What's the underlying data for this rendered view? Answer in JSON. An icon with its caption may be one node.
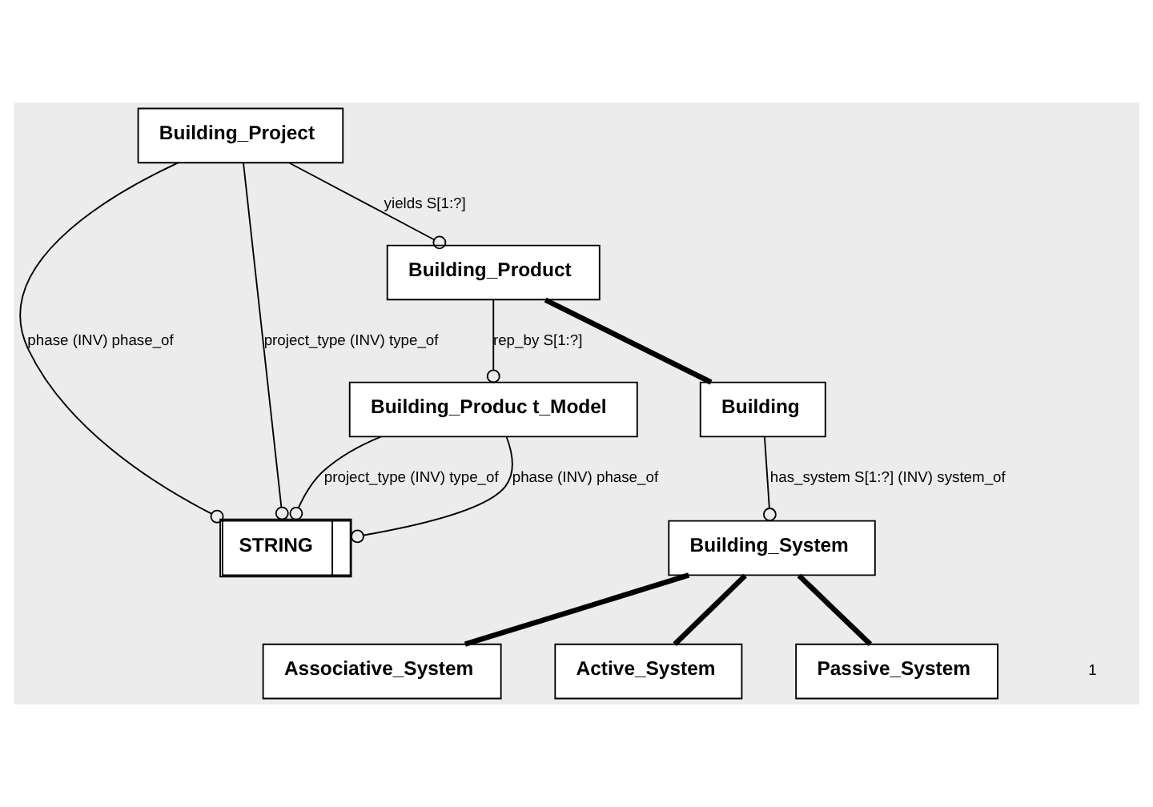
{
  "diagram": {
    "nodes": [
      {
        "text": [
          "STRING"
        ]
      },
      {
        "text": [
          "Building_Project"
        ]
      },
      {
        "text": [
          "Building_Produc t_Model"
        ]
      },
      {
        "text": [
          "Building_Product"
        ]
      },
      {
        "text": [
          "Building_System"
        ]
      },
      {
        "text": [
          "Building"
        ]
      },
      {
        "text": [
          "Associative_System"
        ]
      },
      {
        "text": [
          "Active_System"
        ]
      },
      {
        "text": [
          "Passive_System"
        ]
      }
    ],
    "edges": [
      {
        "from": 1,
        "to": 0,
        "arrow": "other",
        "label": "phase (INV) phase_of"
      },
      {
        "from": 1,
        "to": 0,
        "arrow": "other",
        "label": "project_type (INV) type_of"
      },
      {
        "from": 2,
        "to": 0,
        "arrow": "other",
        "label": "project_type (INV) type_of"
      },
      {
        "from": 2,
        "to": 0,
        "arrow": "other",
        "label": "phase (INV) phase_of"
      },
      {
        "from": 1,
        "to": 3,
        "arrow": "other",
        "label": "yields S[1:?]"
      },
      {
        "from": 3,
        "to": 2,
        "arrow": "other",
        "label": "rep_by S[1:?]"
      },
      {
        "from": 3,
        "to": 5,
        "arrow": "none",
        "style": "thick"
      },
      {
        "from": 5,
        "to": 4,
        "arrow": "other",
        "label": "has_system S[1:?] (INV) system_of"
      },
      {
        "from": 4,
        "to": 6,
        "arrow": "none",
        "style": "thick"
      },
      {
        "from": 4,
        "to": 7,
        "arrow": "none",
        "style": "thick"
      },
      {
        "from": 4,
        "to": 8,
        "arrow": "none",
        "style": "thick"
      }
    ],
    "labels": [
      "1"
    ]
  }
}
